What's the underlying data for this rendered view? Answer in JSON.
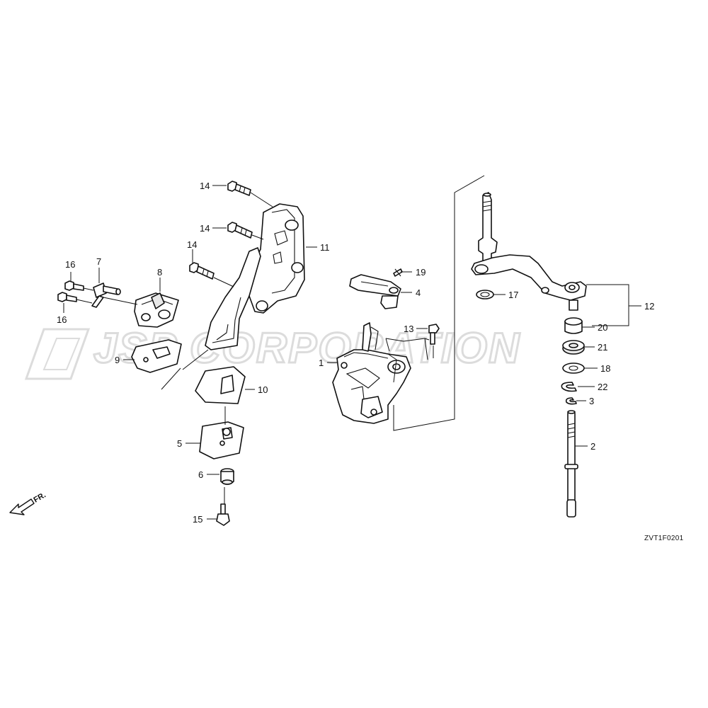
{
  "watermark": {
    "text": "JSP CORPORATION"
  },
  "diagram_code": "ZVT1F0201",
  "direction_indicator": {
    "label": "FR."
  },
  "callouts": {
    "c1": "1",
    "c2": "2",
    "c3": "3",
    "c4": "4",
    "c5": "5",
    "c6": "6",
    "c7": "7",
    "c8": "8",
    "c9": "9",
    "c10": "10",
    "c11": "11",
    "c12": "12",
    "c13": "13",
    "c14a": "14",
    "c14b": "14",
    "c14c": "14",
    "c15": "15",
    "c16a": "16",
    "c16b": "16",
    "c17": "17",
    "c18": "18",
    "c19": "19",
    "c20": "20",
    "c21": "21",
    "c22": "22"
  },
  "colors": {
    "line": "#111111",
    "background": "#ffffff",
    "watermark_outline": "#dcdcdc"
  }
}
